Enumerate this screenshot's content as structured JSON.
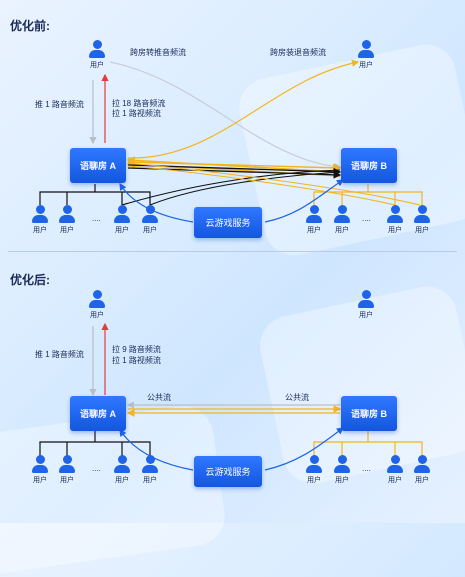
{
  "before": {
    "title": "优化前:",
    "room_a": "语聊房 A",
    "room_b": "语聊房 B",
    "game_service": "云游戏服务",
    "user_label": "用户",
    "dots": "....",
    "label_push": "推 1 路音频流",
    "label_pull_1": "拉 18 路音频流",
    "label_pull_2": "拉 1 路视频流",
    "label_cross_push": "跨房转推音频流",
    "label_cross_back": "跨房装退音频流"
  },
  "after": {
    "title": "优化后:",
    "room_a": "语聊房 A",
    "room_b": "语聊房 B",
    "game_service": "云游戏服务",
    "user_label": "用户",
    "dots": "....",
    "label_push": "推 1 路音频流",
    "label_pull_1": "拉 9 路音频流",
    "label_pull_2": "拉 1 路视频流",
    "label_public_1": "公共流",
    "label_public_2": "公共流"
  },
  "colors": {
    "blue": "#1f64e8",
    "black": "#111111",
    "yellow": "#f2b51c",
    "gray": "#b8bec8",
    "red": "#e23b3b"
  }
}
